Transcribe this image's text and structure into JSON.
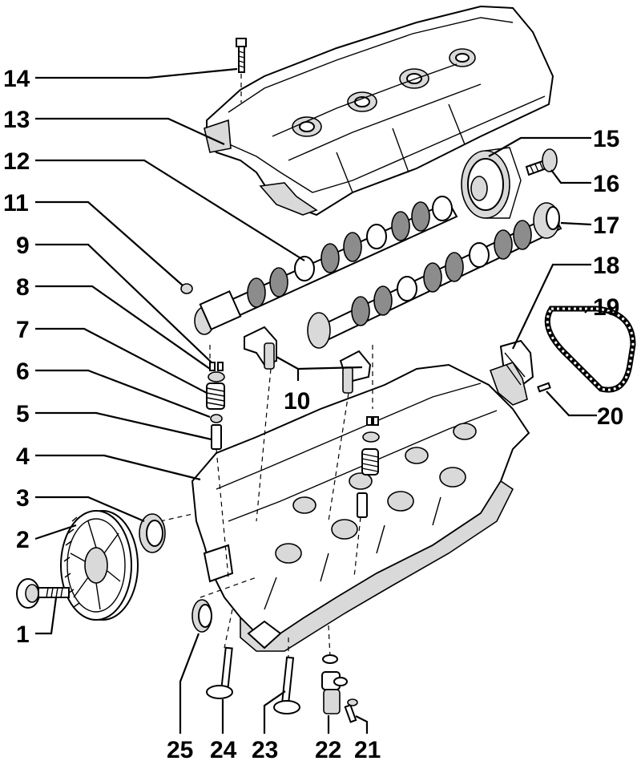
{
  "callouts": {
    "c1": "1",
    "c2": "2",
    "c3": "3",
    "c4": "4",
    "c5": "5",
    "c6": "6",
    "c7": "7",
    "c8": "8",
    "c9": "9",
    "c10": "10",
    "c11": "11",
    "c12": "12",
    "c13": "13",
    "c14": "14",
    "c15": "15",
    "c16": "16",
    "c17": "17",
    "c18": "18",
    "c19": "19",
    "c20": "20",
    "c21": "21",
    "c22": "22",
    "c23": "23",
    "c24": "24",
    "c25": "25"
  },
  "colors": {
    "ink": "#000000",
    "paper": "#ffffff",
    "shade": "#d9d9d9"
  }
}
